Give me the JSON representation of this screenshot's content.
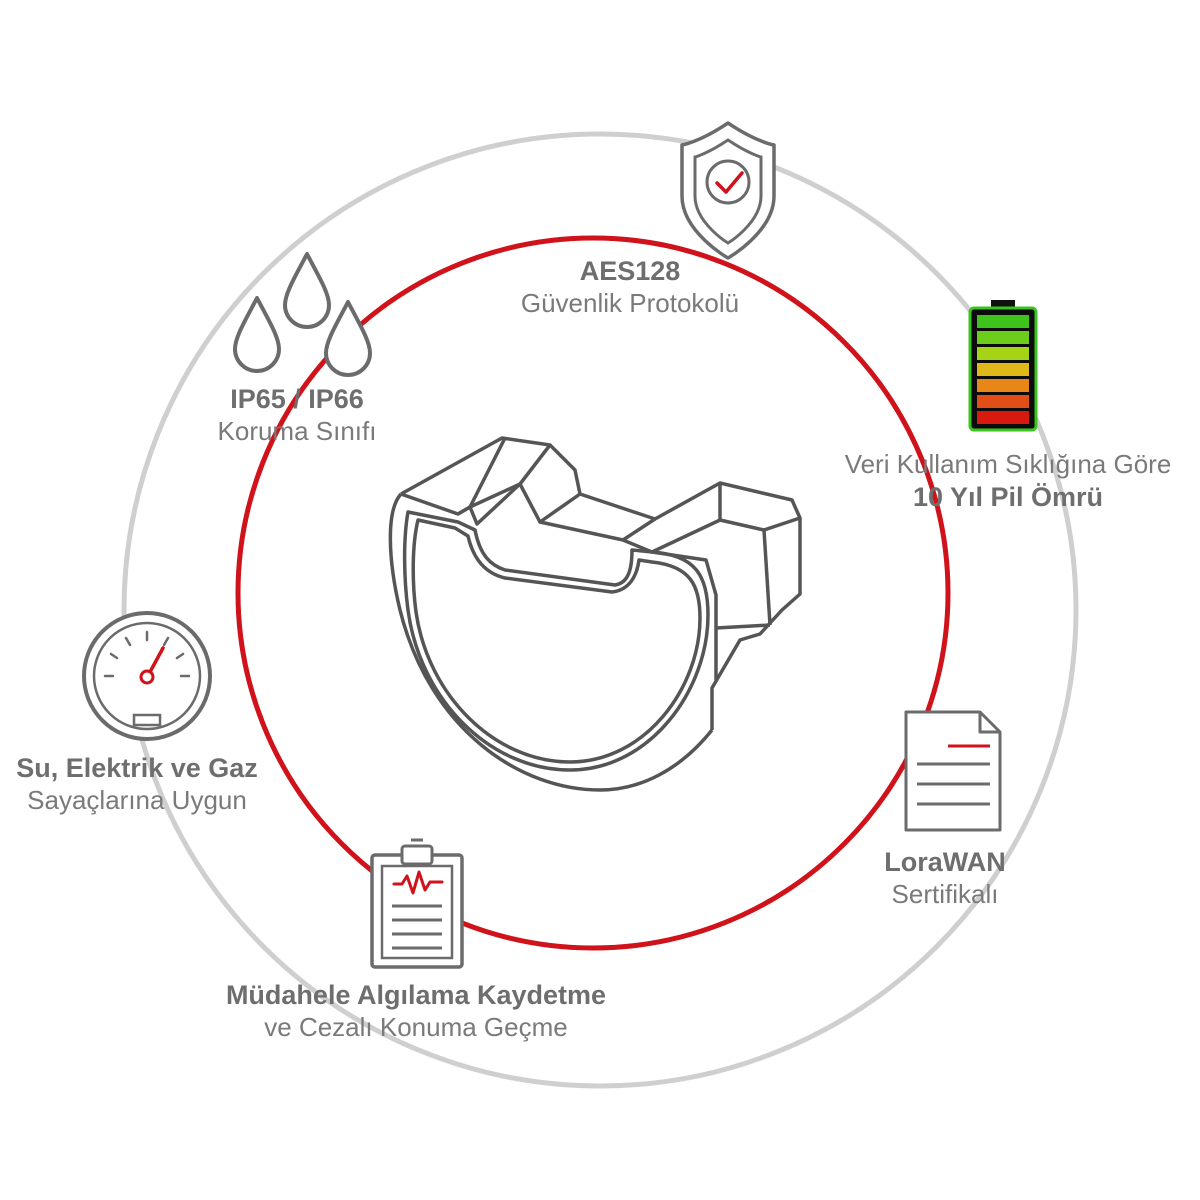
{
  "features": {
    "aes": {
      "bold": "AES128",
      "normal": "Güvenlik Protokolü"
    },
    "ip": {
      "bold": "IP65 / IP66",
      "normal": "Koruma Sınıfı"
    },
    "battery": {
      "normal": "Veri Kullanım Sıklığına Göre",
      "bold": "10 Yıl Pil Ömrü"
    },
    "meters": {
      "bold": "Su, Elektrik ve Gaz",
      "normal": "Sayaçlarına Uygun"
    },
    "lora": {
      "bold": "LoraWAN",
      "normal": "Sertifikalı"
    },
    "tamper": {
      "bold": "Müdahele Algılama Kaydetme",
      "normal": "ve Cezalı Konuma Geçme"
    }
  },
  "icons": [
    "shield-check-icon",
    "water-drops-icon",
    "battery-icon",
    "gauge-icon",
    "document-icon",
    "clipboard-pulse-icon",
    "device-illustration"
  ],
  "colors": {
    "accent": "#d0121b",
    "outer_ring": "#cfcfcf",
    "icon_stroke": "#6b6b6b",
    "battery_levels": [
      "#3ec21c",
      "#6ccd1a",
      "#a5d416",
      "#e0b81a",
      "#e9861a",
      "#e24e17",
      "#d8190f"
    ]
  }
}
